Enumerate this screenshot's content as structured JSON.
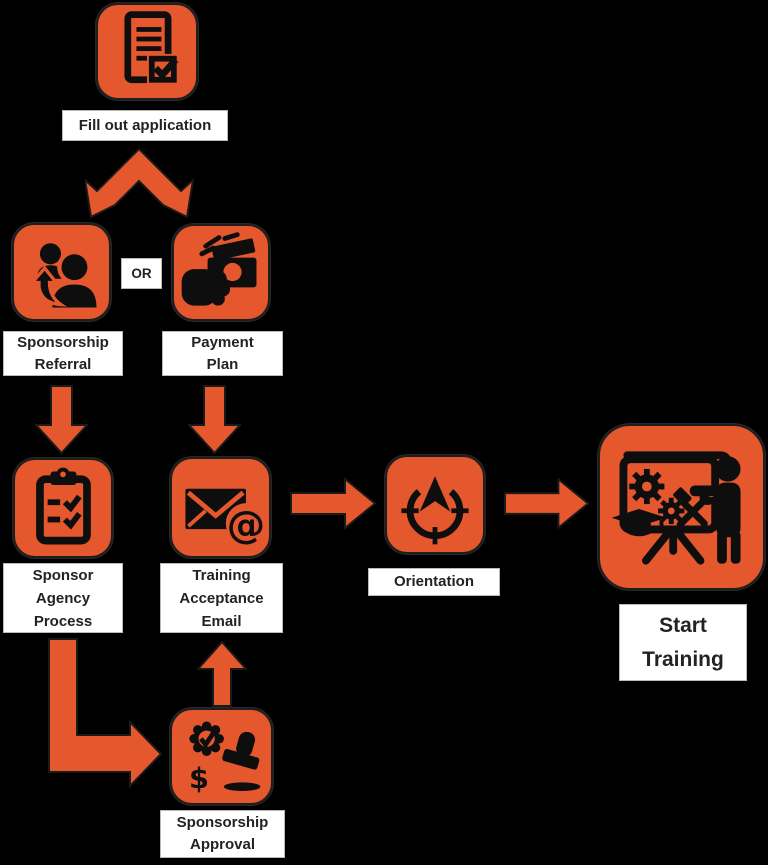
{
  "title": "Training enrollment process flowchart",
  "background": "#000000",
  "colors": {
    "accent_orange": "#E5572D",
    "icon_black": "#0E0E0E",
    "arrow_outline": "#1A1A1A",
    "label_bg": "#FFFFFF",
    "label_text": "#232323"
  },
  "glyphs": {
    "at": "@",
    "dollar": "$"
  },
  "connectors": {
    "or_label": "OR"
  },
  "nodes": {
    "fill_out_application": {
      "label": "Fill out application",
      "icon": "application-form-icon"
    },
    "sponsorship_referral": {
      "lines": [
        "Sponsorship",
        "Referral"
      ],
      "icon": "referral-people-icon"
    },
    "payment_plan": {
      "lines": [
        "Payment",
        "Plan"
      ],
      "icon": "cash-in-hand-icon"
    },
    "sponsor_agency_process": {
      "lines": [
        "Sponsor",
        "Agency",
        "Process"
      ],
      "icon": "clipboard-checklist-icon"
    },
    "training_acceptance_email": {
      "lines": [
        "Training",
        "Acceptance",
        "Email"
      ],
      "icon": "email-at-icon"
    },
    "orientation": {
      "label": "Orientation",
      "icon": "compass-target-icon"
    },
    "sponsorship_approval": {
      "lines": [
        "Sponsorship",
        "Approval"
      ],
      "icon": "dollar-stamp-approval-icon"
    },
    "start_training": {
      "lines": [
        "Start",
        "Training"
      ],
      "icon": "presentation-training-icon"
    }
  },
  "edges": [
    {
      "from": "fill_out_application",
      "to": "sponsorship_referral",
      "type": "split-arrow"
    },
    {
      "from": "fill_out_application",
      "to": "payment_plan",
      "type": "split-arrow"
    },
    {
      "from": "sponsorship_referral",
      "to": "sponsor_agency_process",
      "type": "down-arrow"
    },
    {
      "from": "payment_plan",
      "to": "training_acceptance_email",
      "type": "down-arrow"
    },
    {
      "from": "sponsor_agency_process",
      "to": "sponsorship_approval",
      "type": "elbow-arrow"
    },
    {
      "from": "sponsorship_approval",
      "to": "training_acceptance_email",
      "type": "up-arrow"
    },
    {
      "from": "training_acceptance_email",
      "to": "orientation",
      "type": "right-arrow"
    },
    {
      "from": "orientation",
      "to": "start_training",
      "type": "right-arrow"
    }
  ]
}
